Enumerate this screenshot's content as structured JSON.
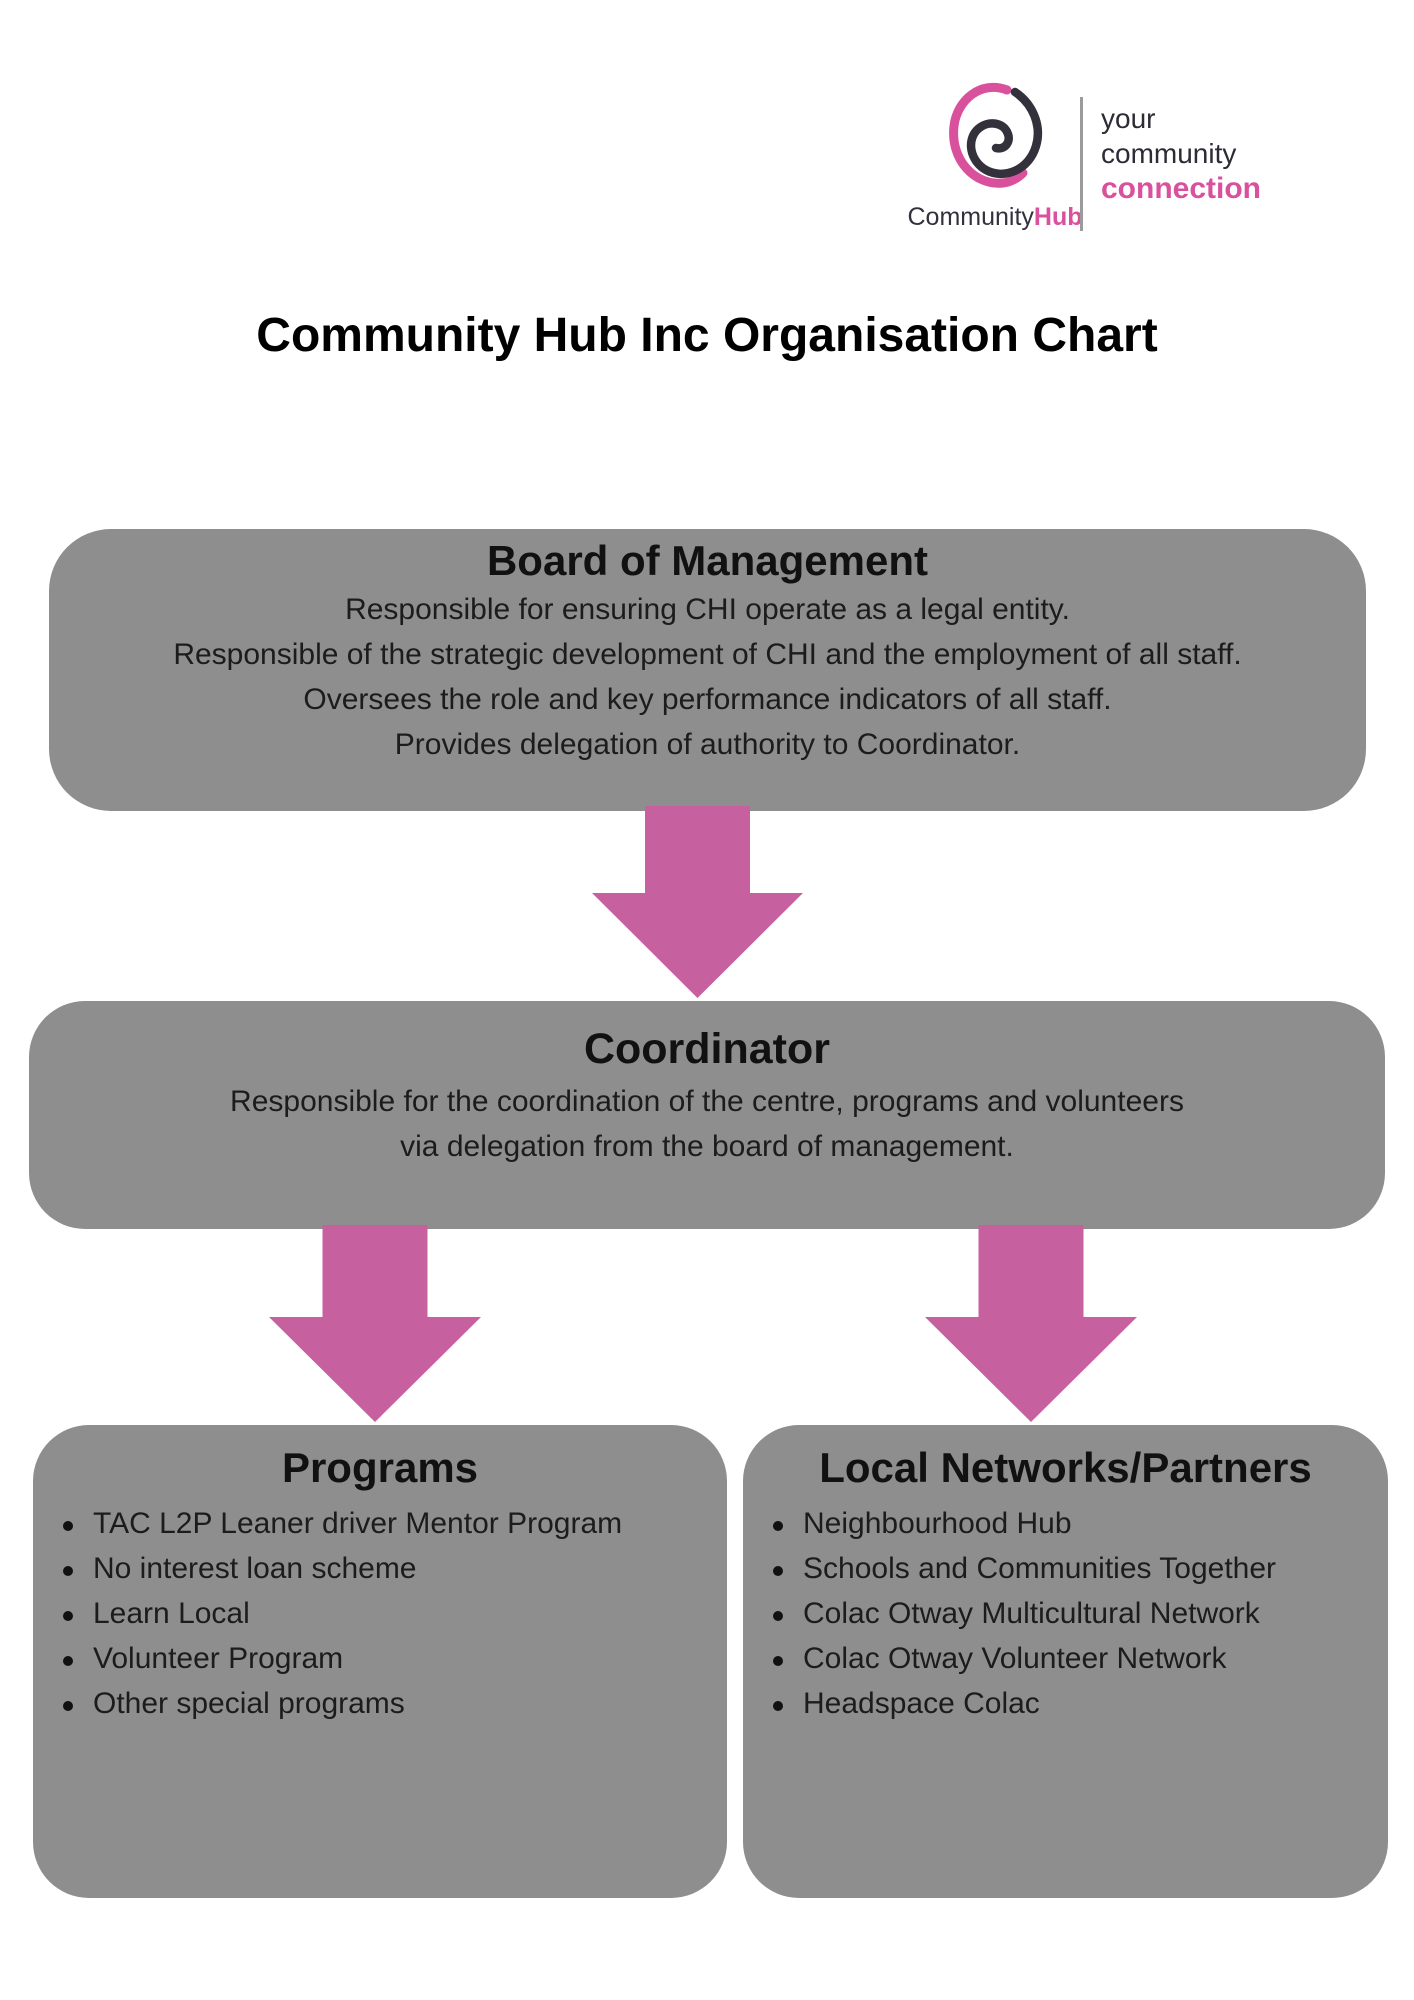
{
  "logo": {
    "brand_prefix": "Community",
    "brand_suffix": "Hub",
    "tagline_line1": "your",
    "tagline_line2": "community",
    "tagline_line3": "connection"
  },
  "title": "Community Hub Inc Organisation Chart",
  "nodes": {
    "board": {
      "heading": "Board of Management",
      "lines": [
        "Responsible for ensuring CHI operate as a legal entity.",
        "Responsible of the strategic development of CHI and the employment of all staff.",
        "Oversees the role and key performance indicators of all staff.",
        "Provides delegation of authority to Coordinator."
      ]
    },
    "coordinator": {
      "heading": "Coordinator",
      "lines": [
        "Responsible for the coordination of the centre, programs and volunteers",
        "via delegation from the board of management."
      ]
    },
    "programs": {
      "heading": "Programs",
      "items": [
        "TAC L2P Leaner driver Mentor Program",
        "No interest loan scheme",
        "Learn Local",
        "Volunteer Program",
        "Other special programs"
      ]
    },
    "networks": {
      "heading": "Local Networks/Partners",
      "items": [
        "Neighbourhood Hub",
        "Schools and Communities Together",
        "Colac Otway Multicultural Network",
        "Colac Otway Volunteer Network",
        "Headspace Colac"
      ]
    }
  },
  "colors": {
    "box_gray": "#8e8e8e",
    "arrow_pink": "#c7609f",
    "logo_pink": "#d9509d",
    "logo_dark": "#33313b",
    "text_dark": "#1c1c1c"
  }
}
